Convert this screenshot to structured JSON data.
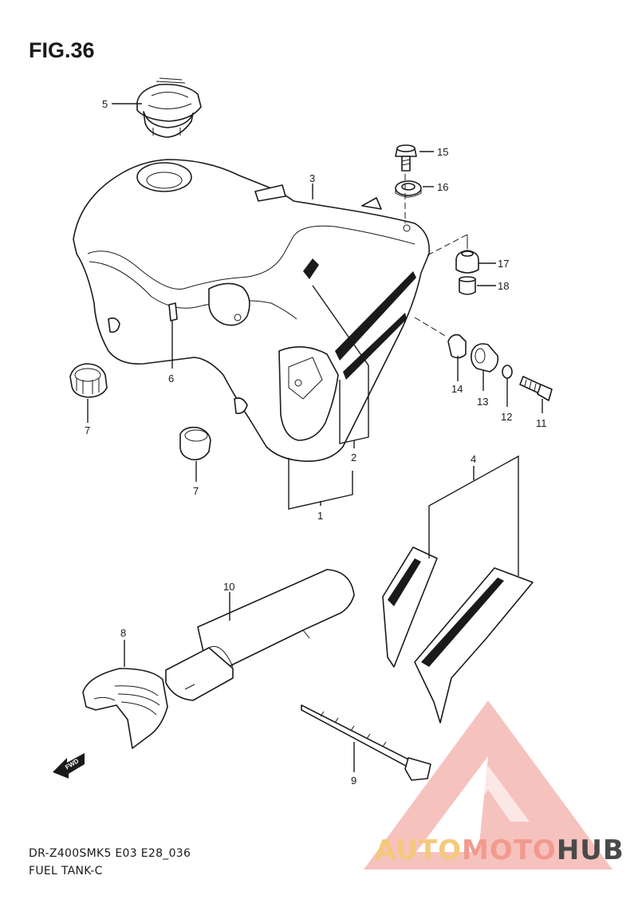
{
  "figure": {
    "title": "FIG.36",
    "model_code": "DR-Z400SMK5 E03 E28_036",
    "section_name": "FUEL TANK-C"
  },
  "callouts": {
    "p1": "1",
    "p2": "2",
    "p3": "3",
    "p4": "4",
    "p5": "5",
    "p6": "6",
    "p7a": "7",
    "p7b": "7",
    "p8": "8",
    "p9": "9",
    "p10": "10",
    "p11": "11",
    "p12": "12",
    "p13": "13",
    "p14": "14",
    "p15": "15",
    "p16": "16",
    "p17": "17",
    "p18": "18"
  },
  "fwd_label": "FWD",
  "watermark": {
    "part1": "AUTO",
    "part2": "MOTO",
    "part3": "HUB",
    "colors": {
      "auto": "#f5c97a",
      "moto": "#f39a8e",
      "hub": "#4a4a4a",
      "triangle": "#f2a6a0"
    }
  }
}
